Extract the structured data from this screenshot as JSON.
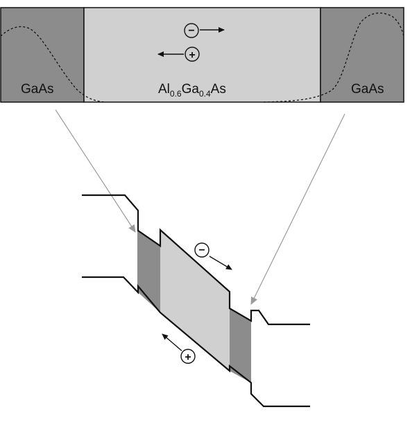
{
  "top_structure": {
    "left_layer": {
      "label": "GaAs"
    },
    "middle_layer": {
      "label_parts": [
        "Al",
        "0.6",
        "Ga",
        "0.4",
        "As"
      ]
    },
    "right_layer": {
      "label": "GaAs"
    },
    "carrier_electron": {
      "symbol": "−",
      "direction": "right"
    },
    "carrier_hole": {
      "symbol": "+",
      "direction": "left"
    }
  },
  "band_diagram": {
    "carrier_electron": {
      "symbol": "−",
      "direction": "down-right"
    },
    "carrier_hole": {
      "symbol": "+",
      "direction": "up-left"
    }
  },
  "colors": {
    "gaas_fill": "#8c8c8c",
    "algaas_fill": "#d0d0d0",
    "outline": "#111111",
    "pointer_line": "#9a9a9a"
  }
}
